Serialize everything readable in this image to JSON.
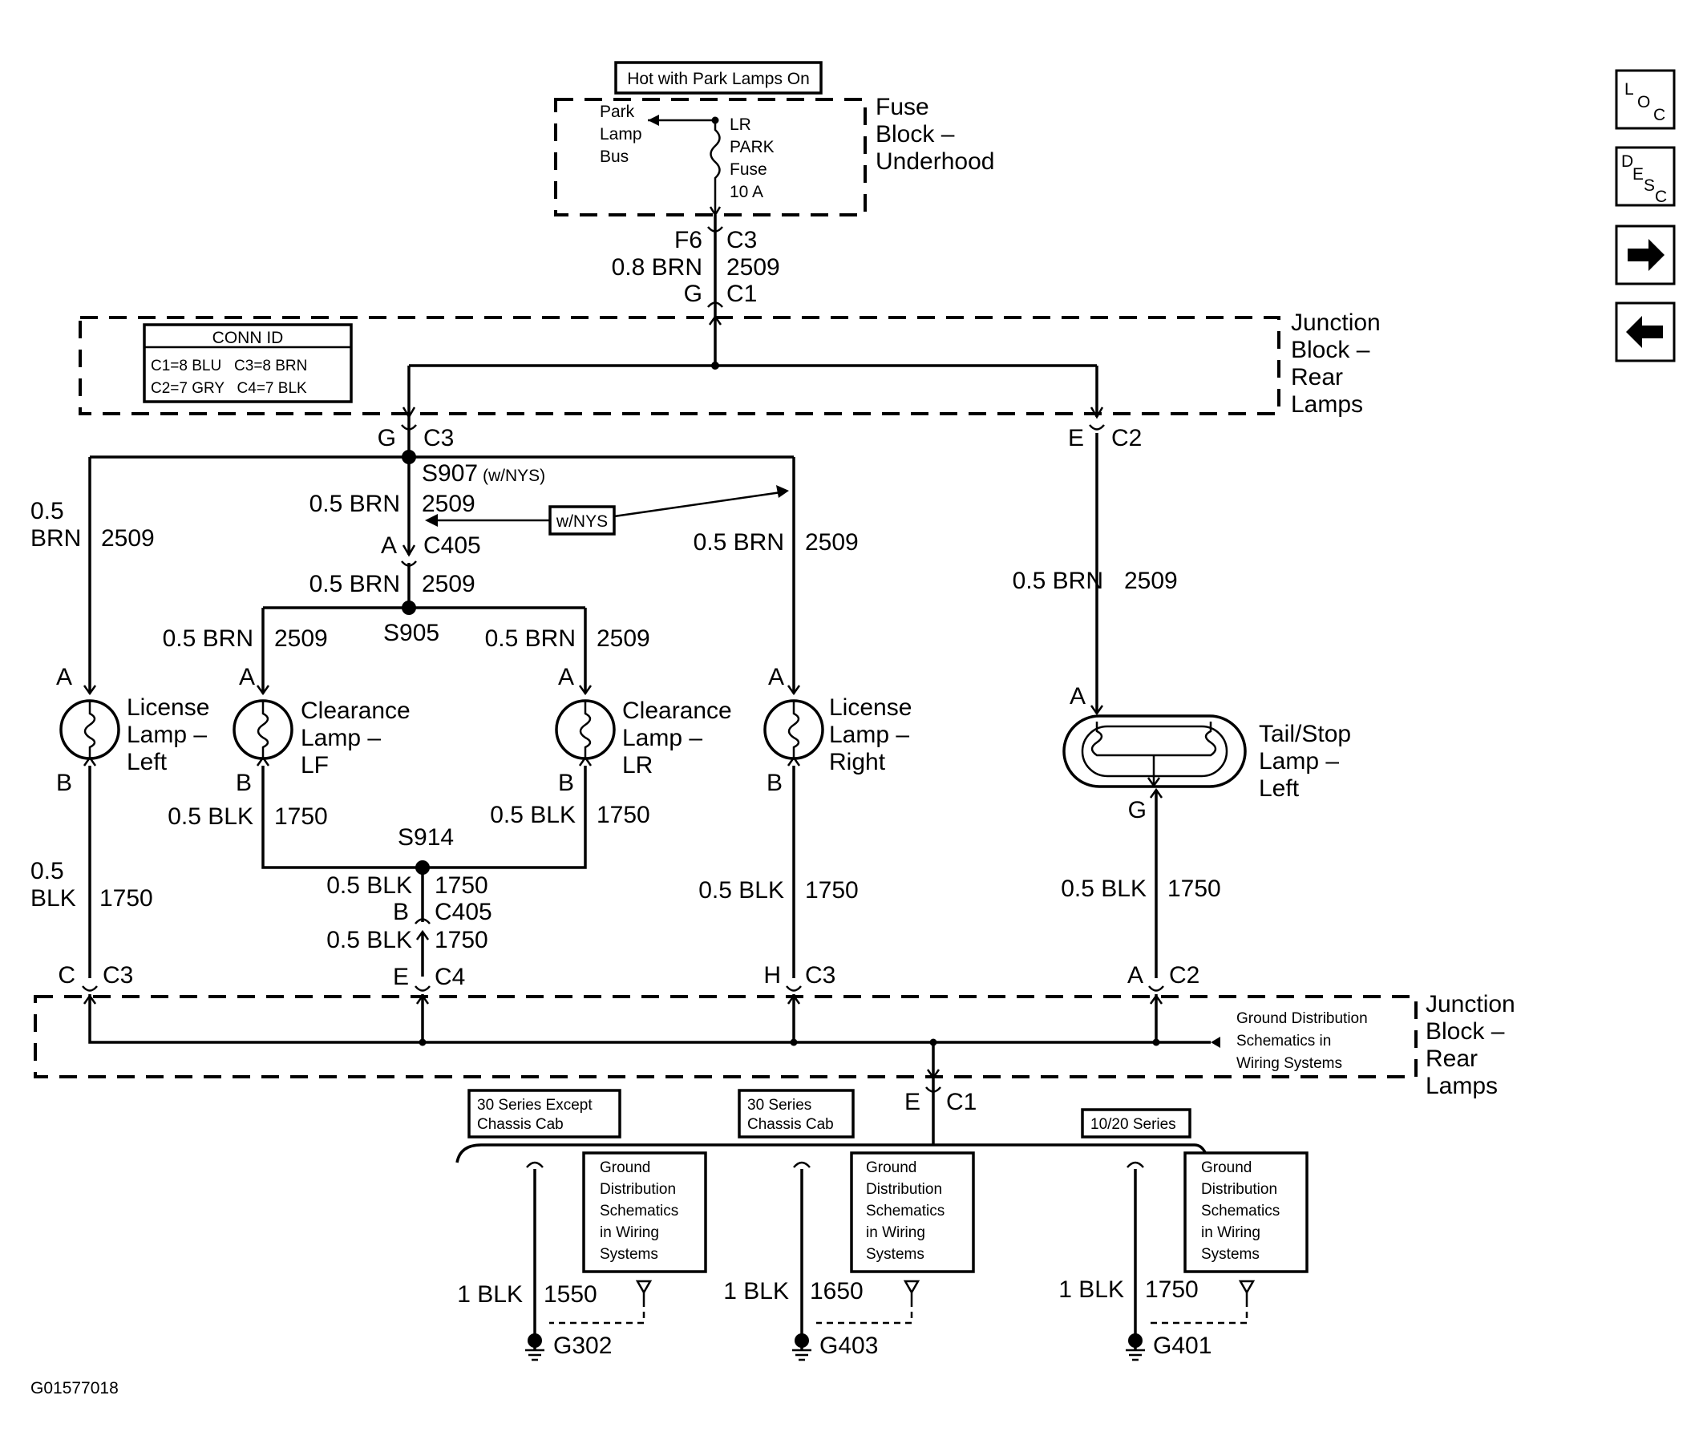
{
  "fuse_block": {
    "hot_label": "Hot with Park Lamps On",
    "title": [
      "Fuse",
      "Block –",
      "Underhood"
    ],
    "bus": [
      "Park",
      "Lamp",
      "Bus"
    ],
    "fuse": [
      "LR",
      "PARK",
      "Fuse",
      "10 A"
    ]
  },
  "feed": {
    "term1": "F6",
    "conn1": "C3",
    "wire": "0.8 BRN",
    "circuit": "2509",
    "term2": "G",
    "conn2": "C1"
  },
  "junction_top": {
    "title": [
      "Junction",
      "Block –",
      "Rear",
      "Lamps"
    ],
    "conn_id": {
      "title": "CONN ID",
      "rows": [
        "C1=8 BLU   C3=8 BRN",
        "C2=7 GRY   C4=7 BLK"
      ]
    }
  },
  "left_conn": {
    "term": "G",
    "conn": "C3"
  },
  "right_conn": {
    "term": "E",
    "conn": "C2"
  },
  "splice_s907": {
    "name": "S907",
    "note": "(w/NYS)"
  },
  "splice_s905": "S905",
  "splice_s914": "S914",
  "wnys_label": "w/NYS",
  "wire_labels": {
    "brn": "0.5 BRN",
    "brn_circuit": "2509",
    "blk": "0.5 BLK",
    "blk_circuit": "1750",
    "size_05": "0.5",
    "brn_short": "BRN",
    "blk_short": "BLK"
  },
  "c405_top": {
    "term": "A",
    "conn": "C405"
  },
  "c405_bottom": {
    "term": "B",
    "conn": "C405"
  },
  "pins": {
    "a": "A",
    "b": "B",
    "g": "G"
  },
  "lamps": {
    "license_left": [
      "License",
      "Lamp –",
      "Left"
    ],
    "clearance_lf": [
      "Clearance",
      "Lamp –",
      "LF"
    ],
    "clearance_lr": [
      "Clearance",
      "Lamp –",
      "LR"
    ],
    "license_right": [
      "License",
      "Lamp –",
      "Right"
    ],
    "tail_stop_left": [
      "Tail/Stop",
      "Lamp –",
      "Left"
    ]
  },
  "bottom_conns": [
    {
      "term": "C",
      "conn": "C3"
    },
    {
      "term": "E",
      "conn": "C4"
    },
    {
      "term": "H",
      "conn": "C3"
    },
    {
      "term": "A",
      "conn": "C2"
    }
  ],
  "junction_bottom": {
    "title": [
      "Junction",
      "Block –",
      "Rear",
      "Lamps"
    ],
    "ground_ref": [
      "Ground Distribution",
      "Schematics in",
      "Wiring Systems"
    ]
  },
  "ground_exit": {
    "term": "E",
    "conn": "C1"
  },
  "series": [
    "30 Series Except Chassis Cab",
    "30 Series Chassis Cab",
    "10/20 Series"
  ],
  "series_lines": [
    [
      "30 Series Except",
      "Chassis Cab"
    ],
    [
      "30 Series",
      "Chassis Cab"
    ],
    [
      "10/20 Series"
    ]
  ],
  "ground_refs": [
    [
      "Ground",
      "Distribution",
      "Schematics",
      "in Wiring",
      "Systems"
    ],
    [
      "Ground",
      "Distribution",
      "Schematics",
      "in Wiring",
      "Systems"
    ],
    [
      "Ground",
      "Distribution",
      "Schematics",
      "in Wiring",
      "Systems"
    ]
  ],
  "grounds": [
    {
      "wire": "1 BLK",
      "circuit": "1550",
      "name": "G302"
    },
    {
      "wire": "1 BLK",
      "circuit": "1650",
      "name": "G403"
    },
    {
      "wire": "1 BLK",
      "circuit": "1750",
      "name": "G401"
    }
  ],
  "figure_id": "G01577018",
  "nav": {
    "loc": "LOC",
    "desc": "DESC",
    "next_icon": "arrow-right-icon",
    "prev_icon": "arrow-left-icon"
  }
}
